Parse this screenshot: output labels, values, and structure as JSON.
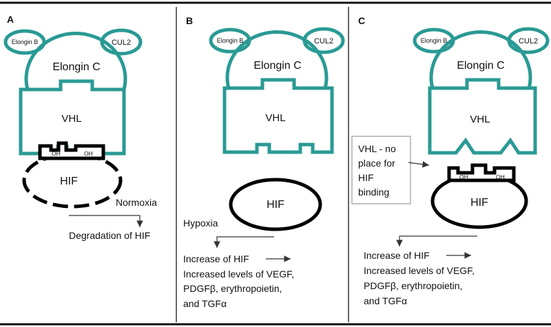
{
  "panels": {
    "a": {
      "letter": "A",
      "elongin_b": "Elongin B",
      "cul2": "CUL2",
      "elongin_c": "Elongin C",
      "vhl": "VHL",
      "oh_left": "OH",
      "oh_right": "OH",
      "hif": "HIF",
      "condition": "Normoxia",
      "outcome": "Degradation of HIF"
    },
    "b": {
      "letter": "B",
      "elongin_b": "Elongin B",
      "cul2": "CUL2",
      "elongin_c": "Elongin C",
      "vhl": "VHL",
      "hif": "HIF",
      "condition": "Hypoxia",
      "result_line1": "Increase of HIF",
      "result_line2": "Increased levels of VEGF,",
      "result_line3": "PDGFβ, erythropoietin,",
      "result_line4": "and TGFα"
    },
    "c": {
      "letter": "C",
      "elongin_b": "Elongin B",
      "cul2": "CUL2",
      "elongin_c": "Elongin C",
      "vhl": "VHL",
      "note_line1": "VHL - no",
      "note_line2": "place for",
      "note_line3": "HIF",
      "note_line4": "binding",
      "oh_left": "OH",
      "oh_right": "OH",
      "hif": "HIF",
      "result_line1": "Increase of HIF",
      "result_line2": "Increased levels of VEGF,",
      "result_line3": "PDGFβ, erythropoietin,",
      "result_line4": "and TGFα"
    }
  },
  "colors": {
    "protein_outline": "#2a9a94",
    "hif_outline": "#000000"
  }
}
